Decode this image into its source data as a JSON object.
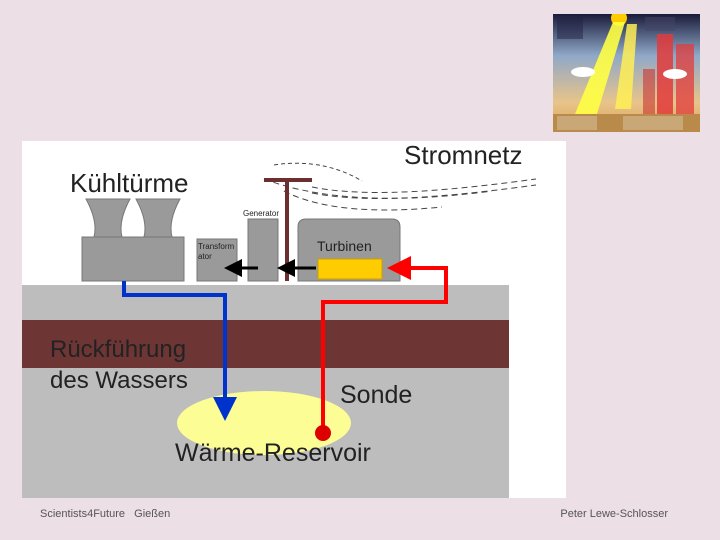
{
  "diagram": {
    "labels": {
      "kuehltuerme": "Kühltürme",
      "stromnetz": "Stromnetz",
      "generator": "Generator",
      "transformator_line1": "Transform",
      "transformator_line2": "ator",
      "turbinen": "Turbinen",
      "rueckfuehrung_line1": "Rückführung",
      "rueckfuehrung_line2": "des Wassers",
      "sonde": "Sonde",
      "reservoir": "Wärme-Reservoir"
    },
    "colors": {
      "ground": "#bdbdbd",
      "rock_layer": "#6e3535",
      "reservoir": "#fdfd96",
      "hot_pipe": "#ff0000",
      "cold_pipe": "#0033cc",
      "turbine_box": "#ffcc00",
      "buildings": "#9a9a9a"
    }
  },
  "footer": {
    "left": "Scientists4Future   Gießen",
    "right": "Peter Lewe-Schlosser"
  }
}
